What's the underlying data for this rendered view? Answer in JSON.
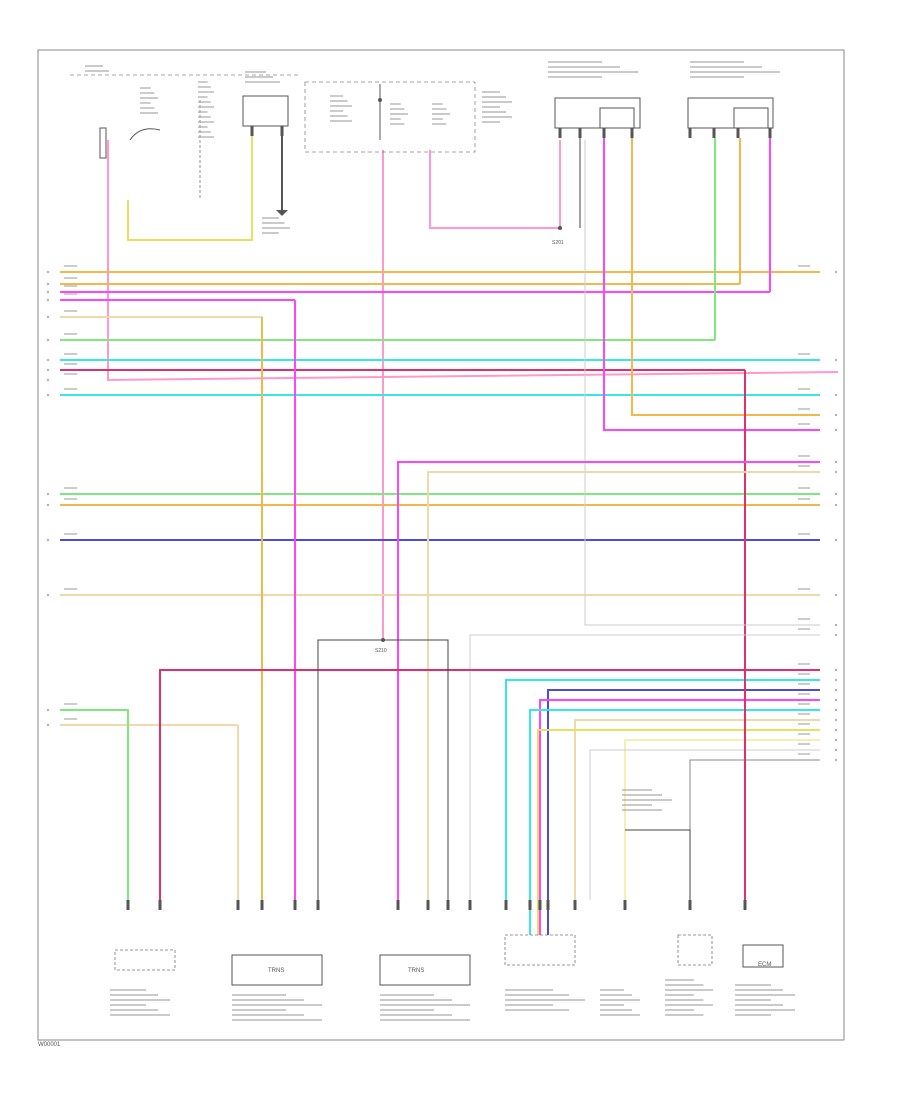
{
  "diagram": {
    "footer_code": "W00001",
    "wire_colors": {
      "ORG": "#f2b84b",
      "TAN": "#f0d9a8",
      "PNK": "#ff99cc",
      "PPL": "#ff44ff",
      "LT_GRN": "#7ee87e",
      "LT_BLU": "#39e6e6",
      "DK_BLU": "#4b4bdc",
      "RED": "#e0306a",
      "WHT": "#cccccc",
      "YEL": "#e8e060",
      "GRY": "#888888",
      "BLK": "#444444"
    },
    "module_labels": {
      "left_module": "TRNS",
      "mid_module": "TRNS",
      "right_module": "ECM"
    },
    "splice_labels": {
      "splice_top": "S201",
      "splice_mid": "S210"
    }
  }
}
